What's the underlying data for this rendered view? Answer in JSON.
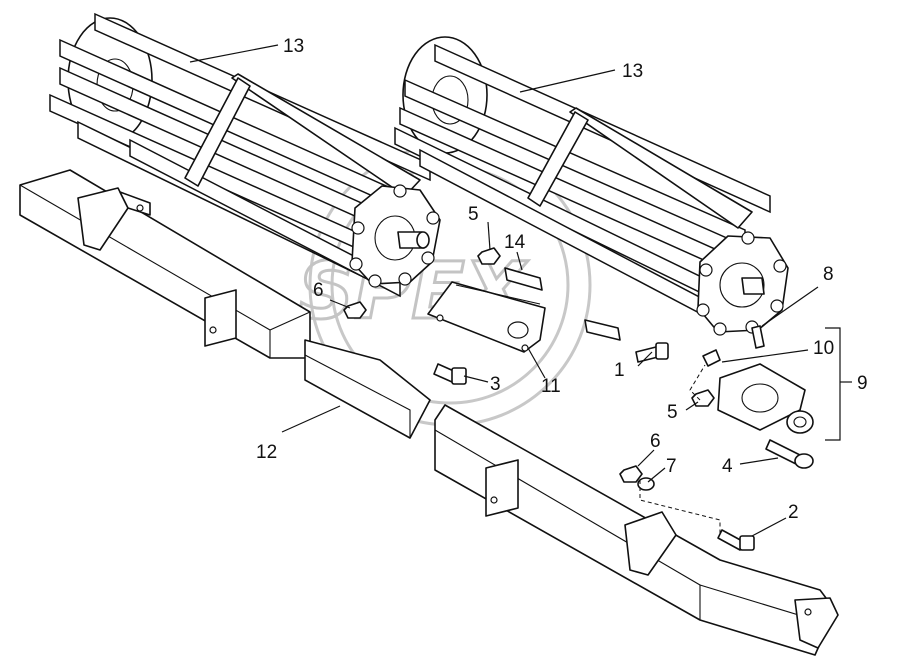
{
  "watermark": {
    "text": "SPEX",
    "color": "#c4c4c4"
  },
  "callouts": {
    "c1": "1",
    "c2": "2",
    "c3": "3",
    "c4": "4",
    "c5a": "5",
    "c5b": "5",
    "c6a": "6",
    "c6b": "6",
    "c7": "7",
    "c8": "8",
    "c9": "9",
    "c10": "10",
    "c11": "11",
    "c12": "12",
    "c13a": "13",
    "c13b": "13",
    "c14": "14"
  },
  "colors": {
    "line": "#111111",
    "background": "#ffffff"
  }
}
